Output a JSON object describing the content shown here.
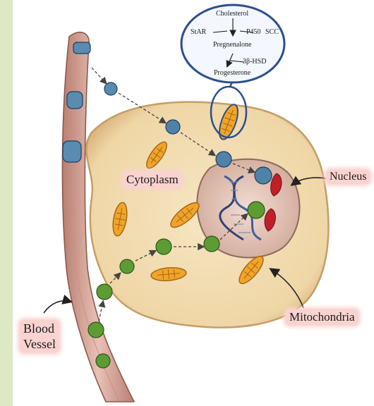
{
  "pathway": {
    "cholesterol": "Cholesterol",
    "star": "StAR",
    "p450": "P450",
    "scc": "SCC",
    "pregnenalone": "Pregnenalone",
    "hsd": "3β-HSD",
    "progesterone": "Progesterone"
  },
  "labels": {
    "cytoplasm": "Cytoplasm",
    "nucleus": "Nucleus",
    "mitochondria": "Mitochondria",
    "blood_vessel_line1": "Blood",
    "blood_vessel_line2": "Vessel"
  },
  "colors": {
    "background": "#dfe8c4",
    "cell": "#f0dcae",
    "vessel": "#d9a79c",
    "mitochondria": "#f0a52a",
    "hormone_blue": "#2f6d96",
    "hormone_green": "#4d8a2a",
    "receptor_red": "#c0202a",
    "label_highlight": "#f9d3d0",
    "callout_border": "#2a4f8c",
    "callout_fill": "#f4f7ff"
  },
  "icons": [
    "blood-vessel-icon",
    "cell-icon",
    "nucleus-icon",
    "dna-helix-icon",
    "mitochondrion-icon",
    "steroid-molecule-icon",
    "receptor-protein-icon",
    "callout-bubble-icon"
  ]
}
